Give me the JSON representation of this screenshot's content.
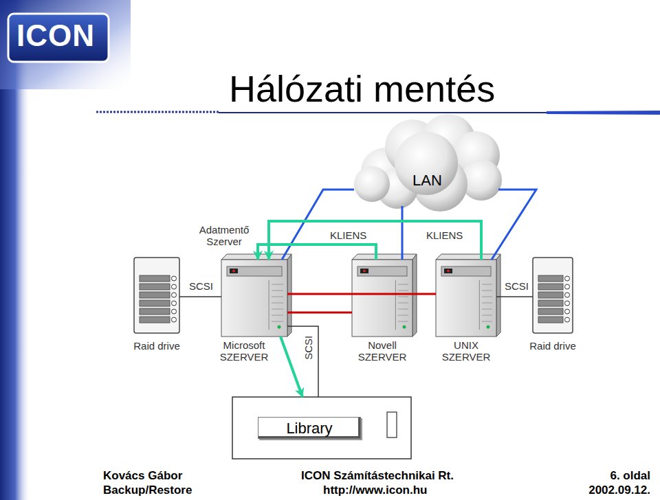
{
  "diagram": {
    "title": "Hálózati mentés",
    "nodes": [
      {
        "text": [
          "LAN"
        ]
      },
      {
        "text": [
          "Raid drive"
        ]
      },
      {
        "text": [
          "Adatmentő Szerver",
          "Microsoft SZERVER"
        ]
      },
      {
        "text": [
          "KLIENS",
          "Novell SZERVER"
        ]
      },
      {
        "text": [
          "KLIENS",
          "UNIX SZERVER"
        ]
      },
      {
        "text": [
          "Raid drive"
        ]
      },
      {
        "text": [
          "Library"
        ]
      }
    ],
    "edges": [
      {
        "from": 0,
        "to": 2,
        "arrow": "none"
      },
      {
        "from": 0,
        "to": 3,
        "arrow": "none"
      },
      {
        "from": 0,
        "to": 4,
        "arrow": "none"
      },
      {
        "from": 3,
        "to": 2,
        "arrow": "to"
      },
      {
        "from": 4,
        "to": 2,
        "arrow": "to"
      },
      {
        "from": 2,
        "to": 6,
        "arrow": "to"
      },
      {
        "from": 2,
        "to": 4,
        "arrow": "none"
      },
      {
        "from": 2,
        "to": 3,
        "arrow": "none"
      },
      {
        "from": 1,
        "to": 2,
        "arrow": "none",
        "label": "SCSI"
      },
      {
        "from": 4,
        "to": 5,
        "arrow": "none",
        "label": "SCSI"
      },
      {
        "from": 2,
        "to": 6,
        "arrow": "none",
        "label": "SCSI"
      }
    ],
    "labels": [
      "ICON",
      "Kovács Gábor",
      "Backup/Restore",
      "ICON Számítástechnikai Rt.",
      "http://www.icon.hu",
      "6. oldal",
      "2002.09.12."
    ]
  }
}
